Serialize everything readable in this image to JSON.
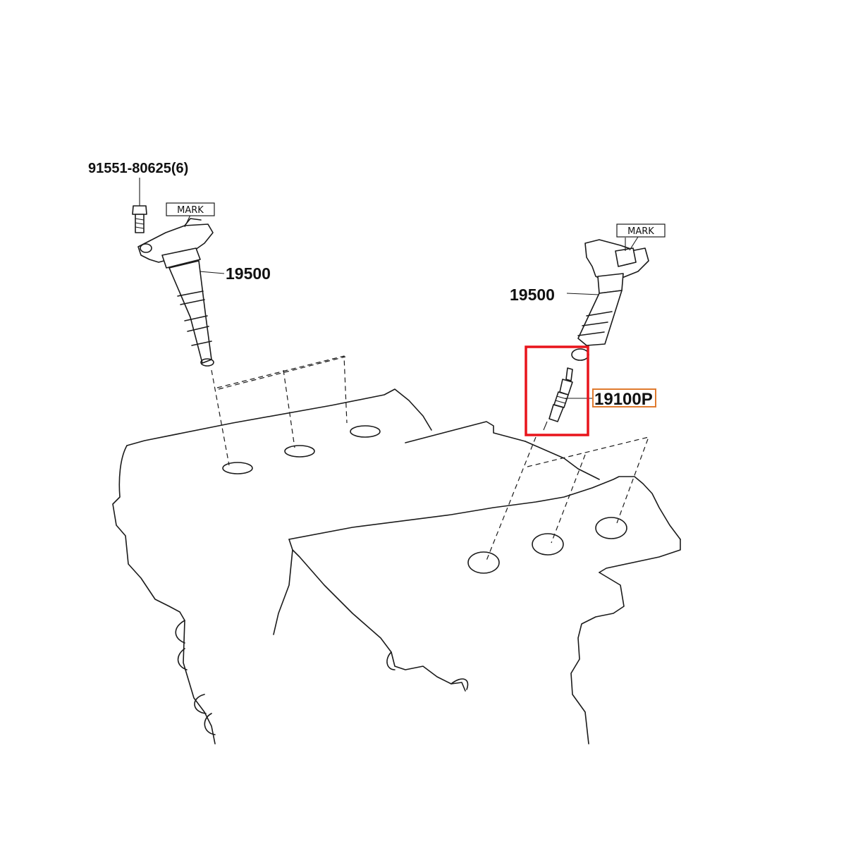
{
  "diagram": {
    "labels": {
      "bolt_part": "91551-80625(6)",
      "coil_left_part": "19500",
      "coil_right_part": "19500",
      "spark_plug_part": "19100P",
      "mark_left": "MARK",
      "mark_right": "MARK"
    },
    "highlight": {
      "box_color": "#e8141b",
      "label_box_color": "#e07a2e"
    }
  }
}
